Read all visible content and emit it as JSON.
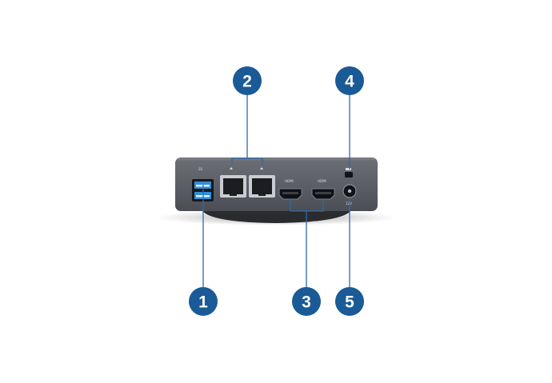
{
  "callouts": [
    {
      "id": "1",
      "label": "1",
      "port": "usb-ports"
    },
    {
      "id": "2",
      "label": "2",
      "port": "ethernet-ports"
    },
    {
      "id": "3",
      "label": "3",
      "port": "hdmi-ports"
    },
    {
      "id": "4",
      "label": "4",
      "port": "security-lock-slot"
    },
    {
      "id": "5",
      "label": "5",
      "port": "dc-power-jack"
    }
  ],
  "port_labels": {
    "usb": "SS",
    "hdmi_1": "HDMI",
    "hdmi_2": "HDMI",
    "dc": "12V"
  },
  "colors": {
    "callout_fill": "#1a5a97",
    "leader_line": "#2d6ba8",
    "chassis": "#5f6269",
    "chassis_dark": "#4a4d53",
    "usb_blue": "#2f8fd8"
  },
  "icons": [
    "usb-ss-icon",
    "network-icon",
    "lock-icon"
  ]
}
